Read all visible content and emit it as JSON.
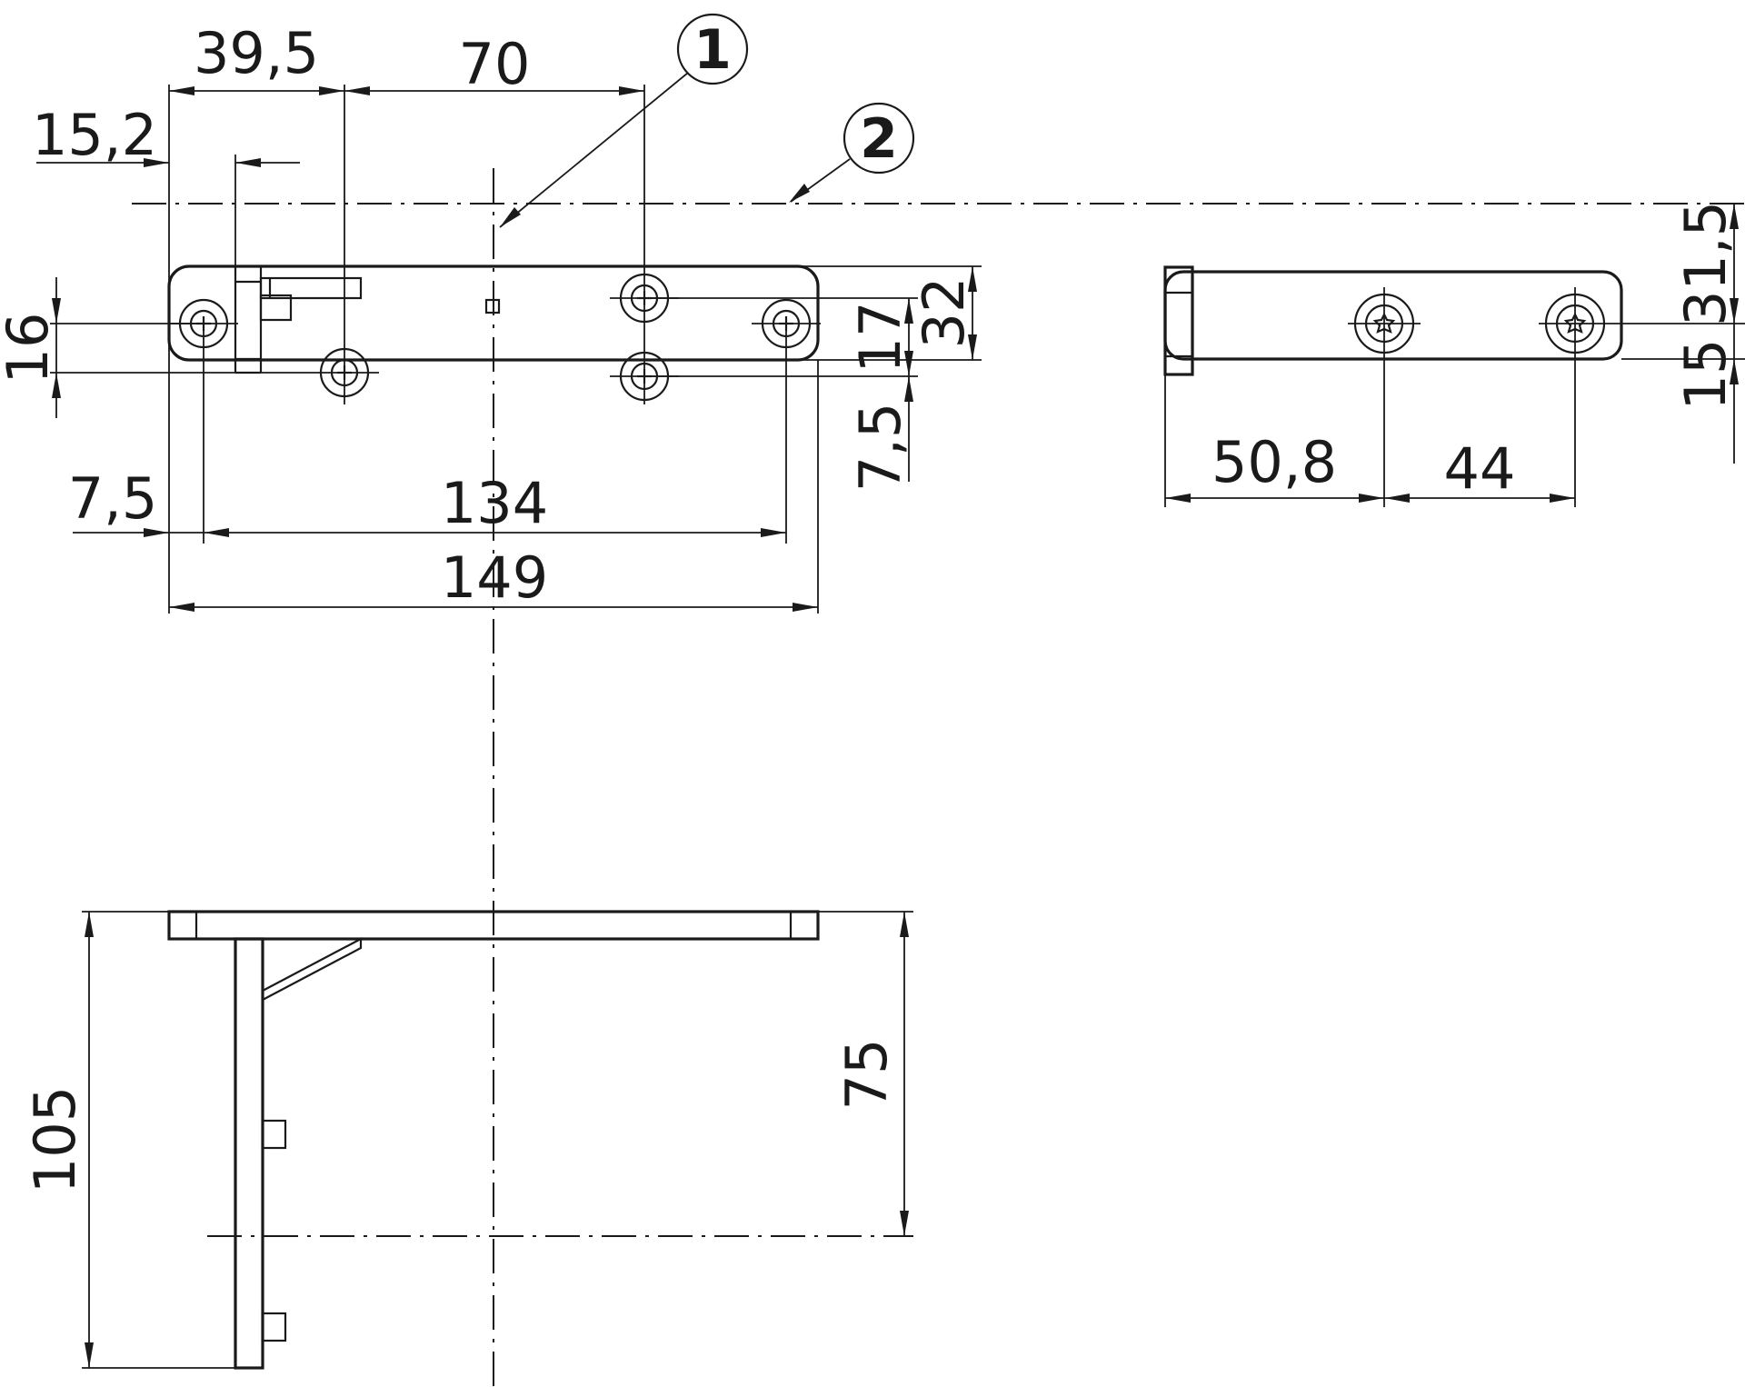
{
  "colors": {
    "line": "#1a1a1a",
    "background": "#ffffff"
  },
  "top_view": {
    "dims": {
      "d39_5": "39,5",
      "d70": "70",
      "d15_2": "15,2",
      "d16": "16",
      "d17": "17",
      "d32": "32",
      "d7_5_right": "7,5",
      "d7_5_left": "7,5",
      "d134": "134",
      "d149": "149"
    },
    "callouts": {
      "c1": "1",
      "c2": "2"
    }
  },
  "side_view": {
    "dims": {
      "d31_5": "31,5",
      "d15": "15",
      "d50_8": "50,8",
      "d44": "44"
    }
  },
  "front_view": {
    "dims": {
      "d105": "105",
      "d75": "75"
    }
  }
}
